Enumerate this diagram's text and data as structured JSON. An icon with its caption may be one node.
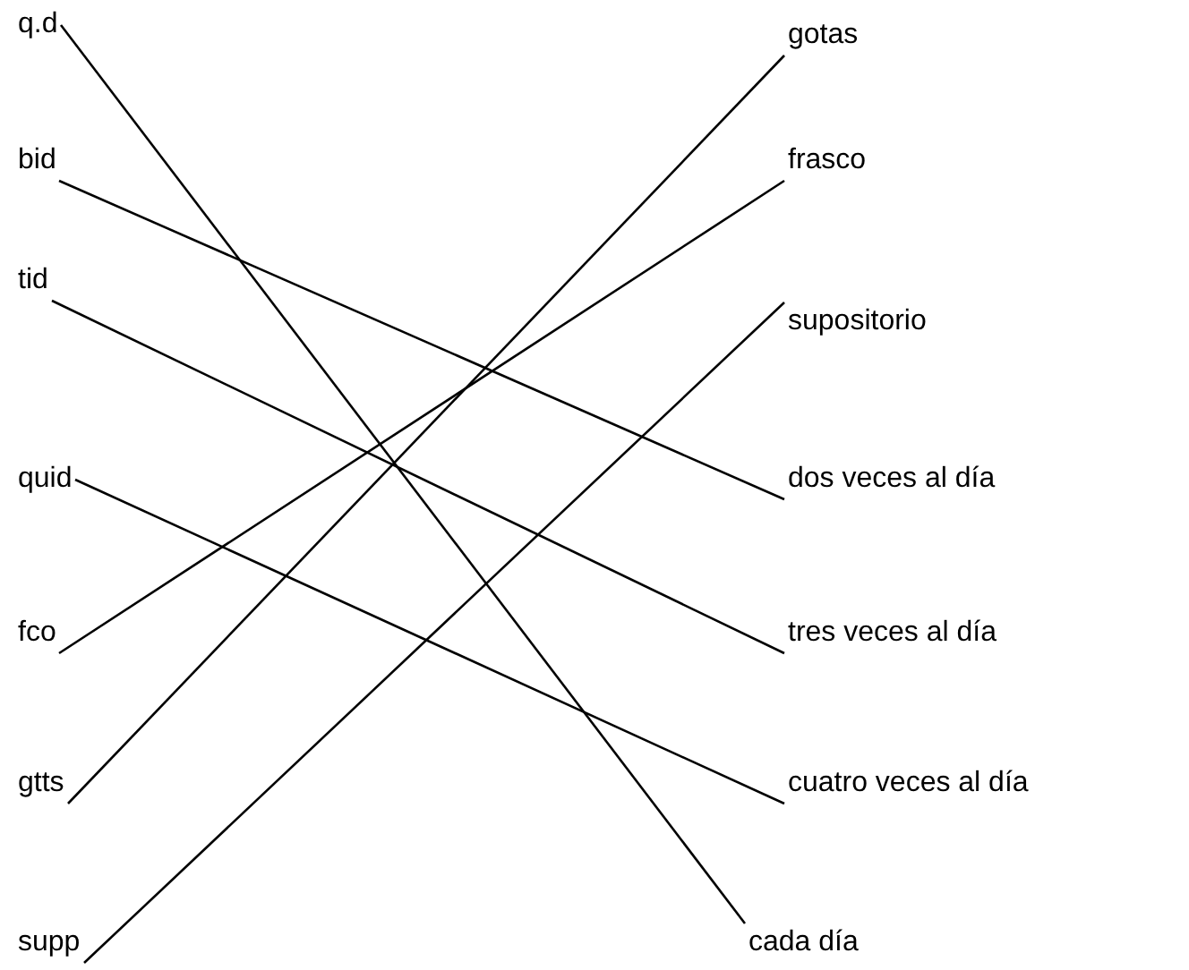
{
  "diagram": {
    "nodes": [
      {
        "text": [
          "q.d"
        ]
      },
      {
        "text": [
          "bid"
        ]
      },
      {
        "text": [
          "tid"
        ]
      },
      {
        "text": [
          "quid"
        ]
      },
      {
        "text": [
          "fco"
        ]
      },
      {
        "text": [
          "gtts"
        ]
      },
      {
        "text": [
          "supp"
        ]
      },
      {
        "text": [
          "gotas"
        ]
      },
      {
        "text": [
          "frasco"
        ]
      },
      {
        "text": [
          "supositorio"
        ]
      },
      {
        "text": [
          "dos veces al día"
        ]
      },
      {
        "text": [
          "tres veces al día"
        ]
      },
      {
        "text": [
          "cuatro veces al día"
        ]
      },
      {
        "text": [
          "cada día"
        ]
      }
    ],
    "edges": [
      {
        "from": 0,
        "to": 13,
        "arrow": "none"
      },
      {
        "from": 1,
        "to": 10,
        "arrow": "none"
      },
      {
        "from": 2,
        "to": 11,
        "arrow": "none"
      },
      {
        "from": 3,
        "to": 12,
        "arrow": "none"
      },
      {
        "from": 4,
        "to": 8,
        "arrow": "none"
      },
      {
        "from": 5,
        "to": 7,
        "arrow": "none"
      },
      {
        "from": 6,
        "to": 9,
        "arrow": "none"
      }
    ]
  }
}
